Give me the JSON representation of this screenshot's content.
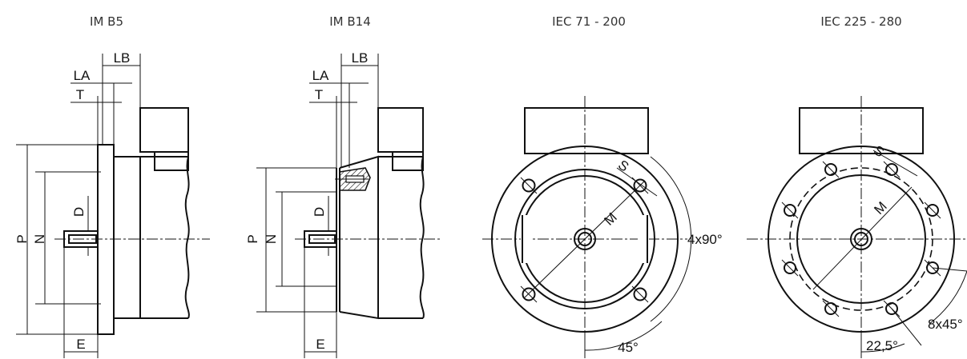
{
  "titles": {
    "b5": "IM B5",
    "b14": "IM B14",
    "iec_small": "IEC 71 - 200",
    "iec_large": "IEC 225 - 280"
  },
  "b5_dims": {
    "lb": "LB",
    "la": "LA",
    "t": "T",
    "p": "P",
    "n": "N",
    "d": "D",
    "e": "E"
  },
  "b14_dims": {
    "lb": "LB",
    "la": "LA",
    "t": "T",
    "p": "P",
    "n": "N",
    "d": "D",
    "e": "E"
  },
  "iec_small_dims": {
    "s": "S",
    "m": "M",
    "angle_holes": "4x90°",
    "angle_offset": "45°"
  },
  "iec_large_dims": {
    "s": "S",
    "m": "M",
    "angle_holes": "8x45°",
    "angle_offset": "22,5°"
  }
}
